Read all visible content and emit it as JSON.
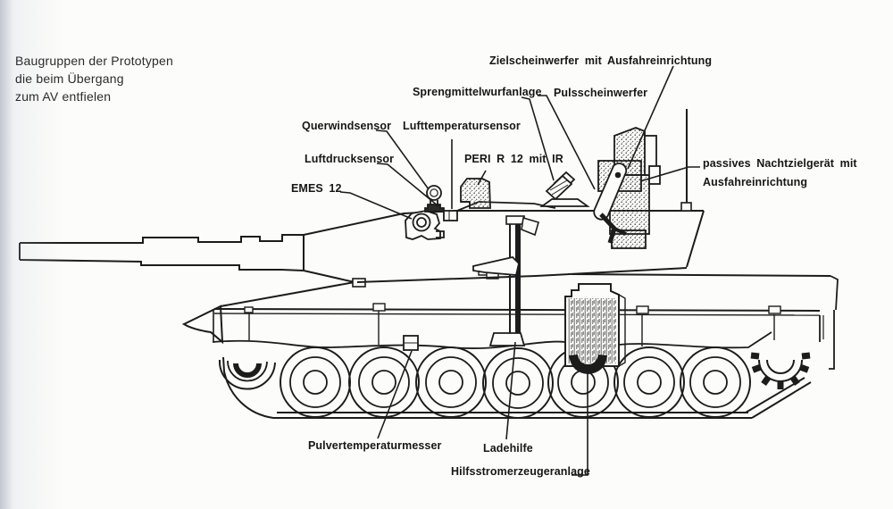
{
  "title": {
    "line1": "Baugruppen der Prototypen",
    "line2": "die beim Übergang",
    "line3": "zum AV entfielen"
  },
  "labels": {
    "zielscheinwerfer": "Zielscheinwerfer mit Ausfahreinrichtung",
    "sprengmittel": "Sprengmittelwurfanlage",
    "pulsscheinwerfer": "Pulsscheinwerfer",
    "querwind": "Querwindsensor",
    "lufttemperatur": "Lufttemperatursensor",
    "luftdruck": "Luftdrucksensor",
    "peri": "PERI R 12 mit IR",
    "emes": "EMES 12",
    "nachtzielgeraet_line1": "passives Nachtzielgerät mit",
    "nachtzielgeraet_line2": "Ausfahreinrichtung",
    "pulvertemperatur": "Pulvertemperaturmesser",
    "ladehilfe": "Ladehilfe",
    "hilfsstrom": "Hilfsstromerzeugeranlage"
  },
  "colors": {
    "ink": "#1c1c1c",
    "paper": "#fcfcfa",
    "scan_edge": "#c3c7d2"
  }
}
